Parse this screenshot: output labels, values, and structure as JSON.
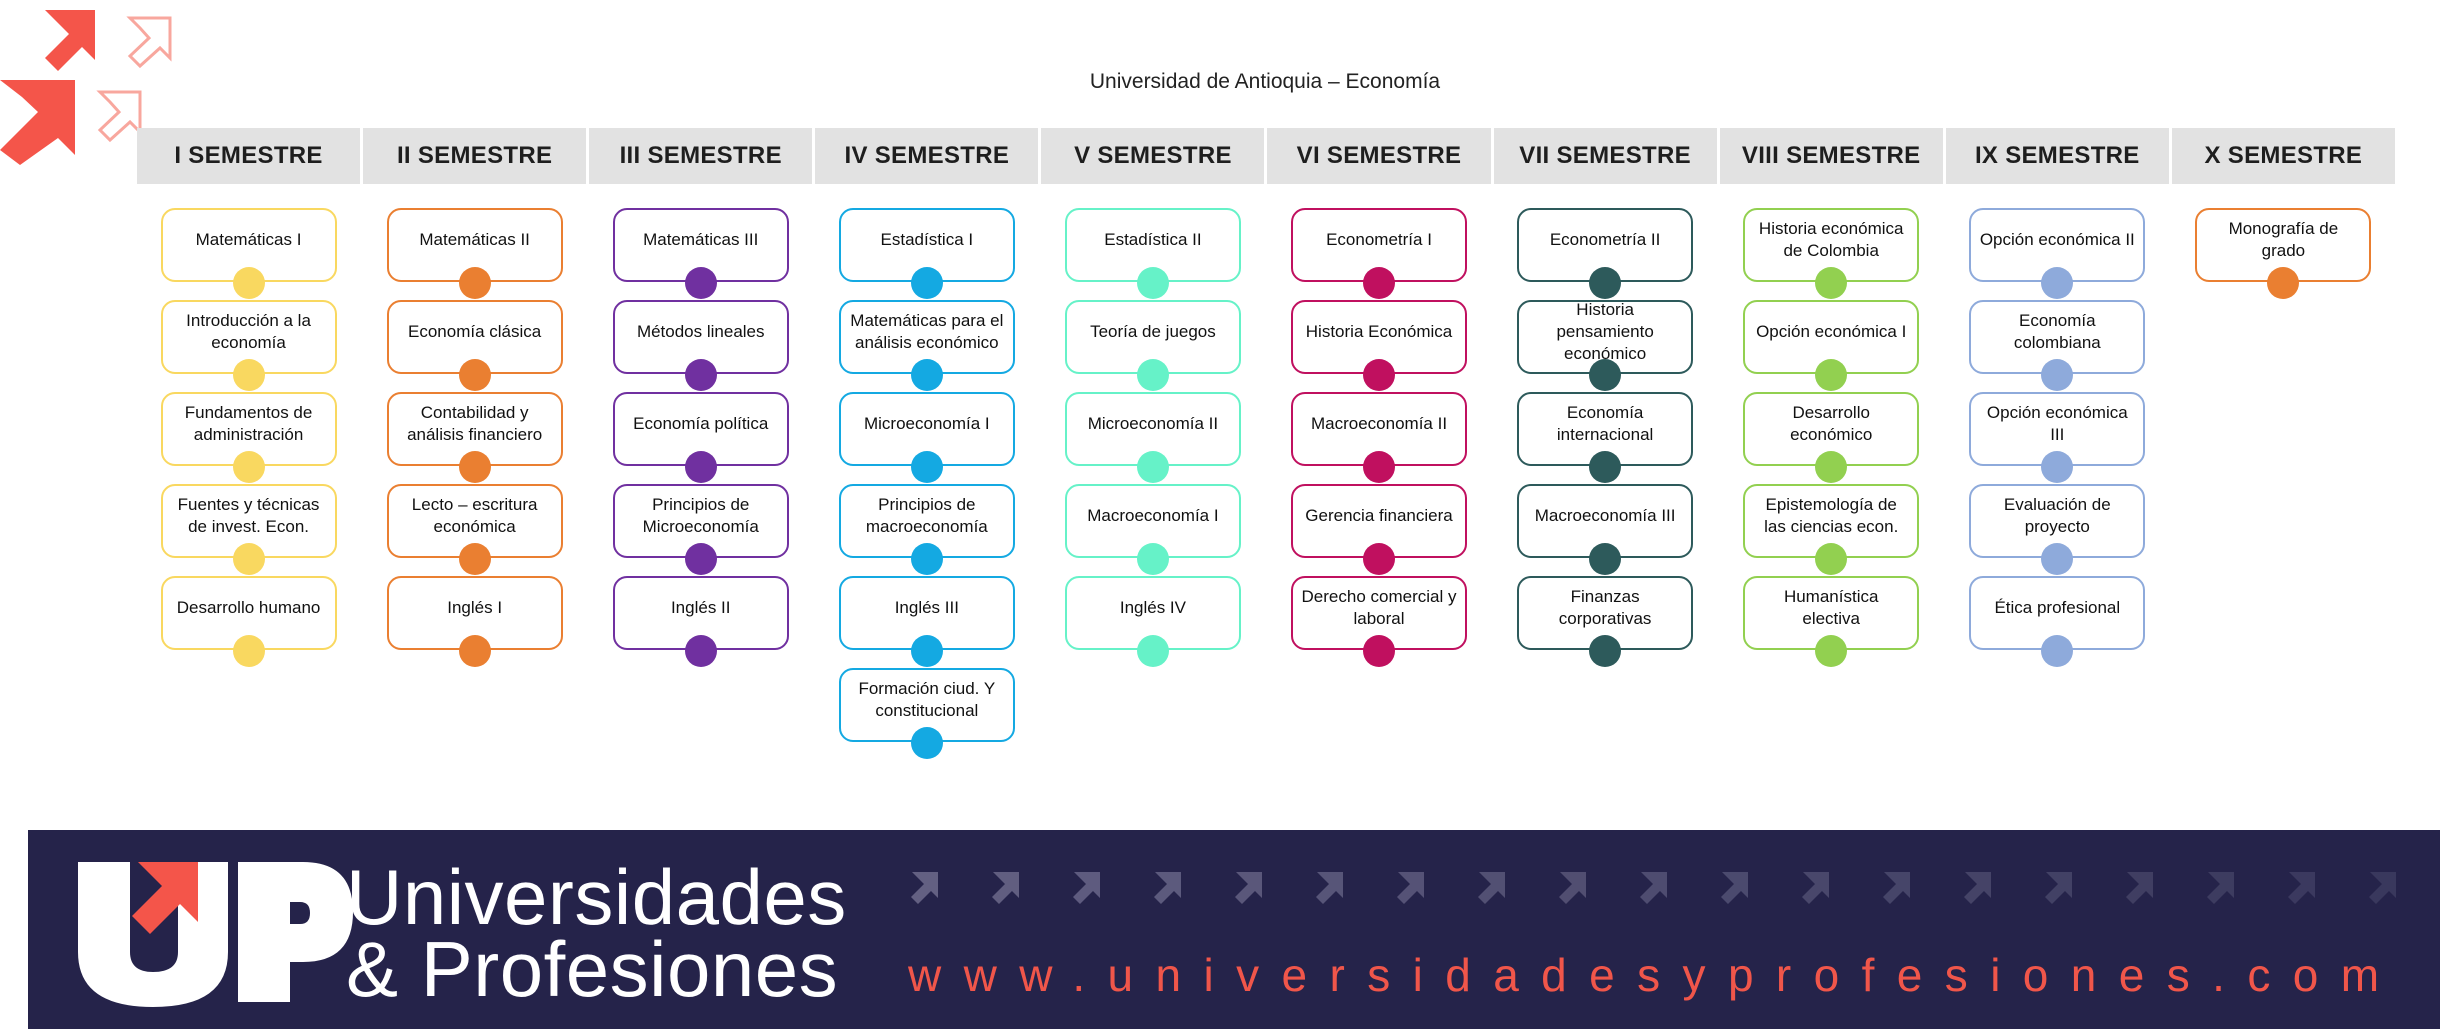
{
  "title": "Universidad de Antioquia – Economía",
  "semesters": [
    {
      "name": "I SEMESTRE",
      "color": "#f9d860",
      "courses": [
        "Matemáticas I",
        "Introducción a la economía",
        "Fundamentos de administración",
        "Fuentes y técnicas de invest. Econ.",
        "Desarrollo humano"
      ]
    },
    {
      "name": "II SEMESTRE",
      "color": "#ea7f31",
      "courses": [
        "Matemáticas II",
        "Economía clásica",
        "Contabilidad y análisis financiero",
        "Lecto – escritura económica",
        "Inglés I"
      ]
    },
    {
      "name": "III SEMESTRE",
      "color": "#7030a0",
      "courses": [
        "Matemáticas III",
        "Métodos lineales",
        "Economía política",
        "Principios de Microeconomía",
        "Inglés II"
      ]
    },
    {
      "name": "IV SEMESTRE",
      "color": "#14a9e2",
      "courses": [
        "Estadística I",
        "Matemáticas para el análisis económico",
        "Microeconomía I",
        "Principios de macroeconomía",
        "Inglés III",
        "Formación ciud. Y constitucional"
      ]
    },
    {
      "name": "V SEMESTRE",
      "color": "#66f2c8",
      "courses": [
        "Estadística II",
        "Teoría de juegos",
        "Microeconomía II",
        "Macroeconomía I",
        "Inglés IV"
      ]
    },
    {
      "name": "VI SEMESTRE",
      "color": "#c0105f",
      "courses": [
        "Econometría I",
        "Historia Económica",
        "Macroeconomía II",
        "Gerencia financiera",
        "Derecho comercial y laboral"
      ]
    },
    {
      "name": "VII SEMESTRE",
      "color": "#2d5a5b",
      "courses": [
        "Econometría II",
        "Historia pensamiento económico",
        "Economía internacional",
        "Macroeconomía III",
        "Finanzas corporativas"
      ]
    },
    {
      "name": "VIII SEMESTRE",
      "color": "#92d050",
      "courses": [
        "Historia económica de Colombia",
        "Opción económica I",
        "Desarrollo económico",
        "Epistemología de las ciencias econ.",
        "Humanística electiva"
      ]
    },
    {
      "name": "IX SEMESTRE",
      "color": "#8eaadb",
      "courses": [
        "Opción económica II",
        "Economía colombiana",
        "Opción económica III",
        "Evaluación de proyecto",
        "Ética profesional"
      ]
    },
    {
      "name": "X SEMESTRE",
      "color": "#ea7f31",
      "courses": [
        "Monografía de grado"
      ]
    }
  ],
  "footer": {
    "brand_line1": "Universidades",
    "brand_line2": "& Profesiones",
    "url": "www.universidadesyprofesiones.com",
    "background": "#25234a",
    "accent": "#f0564a"
  },
  "icons": [
    "arrow-logo-icon",
    "up-logo-icon",
    "arrow-pattern-icon"
  ]
}
